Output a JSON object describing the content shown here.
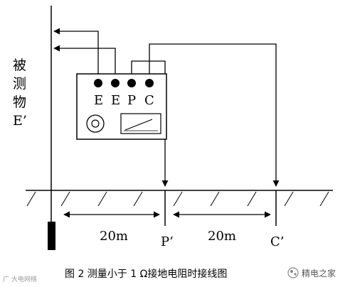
{
  "object_label": {
    "chars": [
      "被",
      "测",
      "物"
    ],
    "sub": "E’"
  },
  "meter": {
    "terminals": [
      "E",
      "E",
      "P",
      "C"
    ]
  },
  "dimensions": {
    "d1": "20m",
    "d2": "20m"
  },
  "probes": {
    "p": "P’",
    "c": "C’"
  },
  "caption": "图 2  测量小于 1 Ω接地电阻时接线图",
  "watermark_left": "广 大电网络",
  "watermark_right": "精电之家"
}
